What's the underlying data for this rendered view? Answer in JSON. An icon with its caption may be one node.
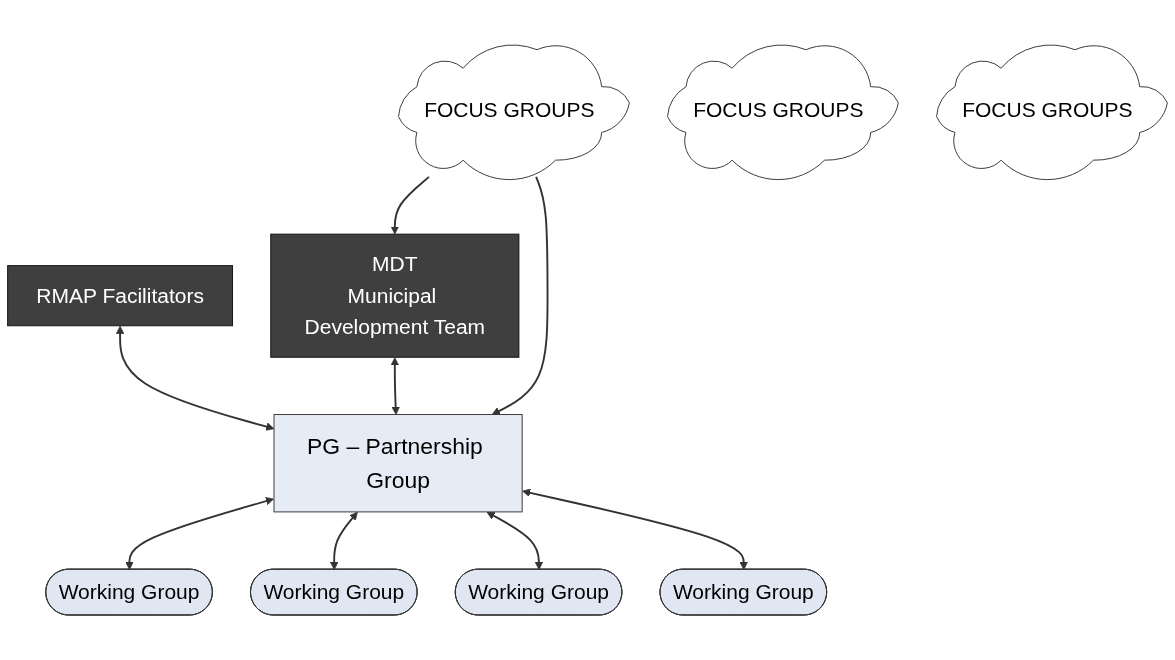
{
  "diagram": {
    "nodes": [
      {
        "text": [
          "MDT",
          "Municipal Development Team"
        ]
      },
      {
        "text": [
          "RMAP Facilitators"
        ]
      },
      {
        "text": [
          "FOCUS GROUPS"
        ]
      },
      {
        "text": [
          "FOCUS GROUPS"
        ]
      },
      {
        "text": [
          "FOCUS GROUPS"
        ]
      },
      {
        "text": [
          "PG – Partnership Group"
        ]
      },
      {
        "text": [
          "Working Group"
        ]
      },
      {
        "text": [
          "Working Group"
        ]
      },
      {
        "text": [
          "Working Group"
        ]
      },
      {
        "text": [
          "Working Group"
        ]
      }
    ],
    "edges": [
      {
        "from": 2,
        "to": 0,
        "arrow": "to"
      },
      {
        "from": 1,
        "to": 5,
        "arrow": "both"
      },
      {
        "from": 0,
        "to": 5,
        "arrow": "both"
      },
      {
        "from": 2,
        "to": 5,
        "arrow": "to"
      },
      {
        "from": 5,
        "to": 6,
        "arrow": "both"
      },
      {
        "from": 5,
        "to": 7,
        "arrow": "both"
      },
      {
        "from": 5,
        "to": 8,
        "arrow": "both"
      },
      {
        "from": 5,
        "to": 9,
        "arrow": "both"
      }
    ]
  }
}
